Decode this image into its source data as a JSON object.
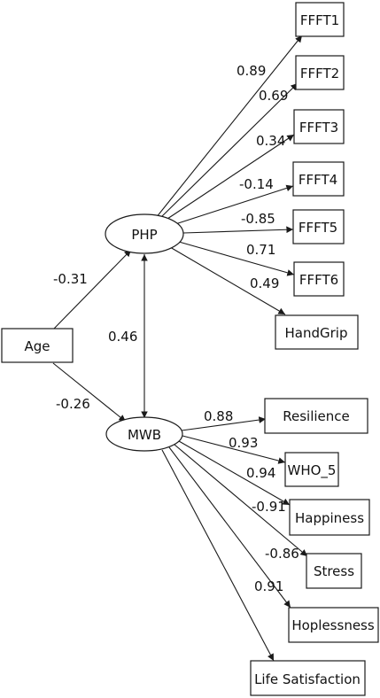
{
  "nodes": {
    "age": "Age",
    "php": "PHP",
    "mwb": "MWB",
    "fffft1": "FFFT1",
    "fffft2": "FFFT2",
    "fffft3": "FFFT3",
    "fffft4": "FFFT4",
    "fffft5": "FFFT5",
    "fffft6": "FFFT6",
    "handgrip": "HandGrip",
    "resilience": "Resilience",
    "who5": "WHO_5",
    "happiness": "Happiness",
    "stress": "Stress",
    "hoplessness": "Hoplessness",
    "life_satisfaction": "Life Satisfaction"
  },
  "paths": {
    "age_php": "-0.31",
    "age_mwb": "-0.26",
    "php_mwb": "0.46",
    "php_ffft1": "0.89",
    "php_ffft2": "0.69",
    "php_ffft3": "0.34",
    "php_ffft4": "-0.14",
    "php_ffft5": "-0.85",
    "php_ffft6": "0.71",
    "php_handgrip": "0.49",
    "mwb_resilience": "0.88",
    "mwb_who5": "0.93",
    "mwb_happiness": "0.94",
    "mwb_stress": "-0.91",
    "mwb_hoplessness": "-0.86",
    "mwb_life_satisfaction": "0.91"
  }
}
